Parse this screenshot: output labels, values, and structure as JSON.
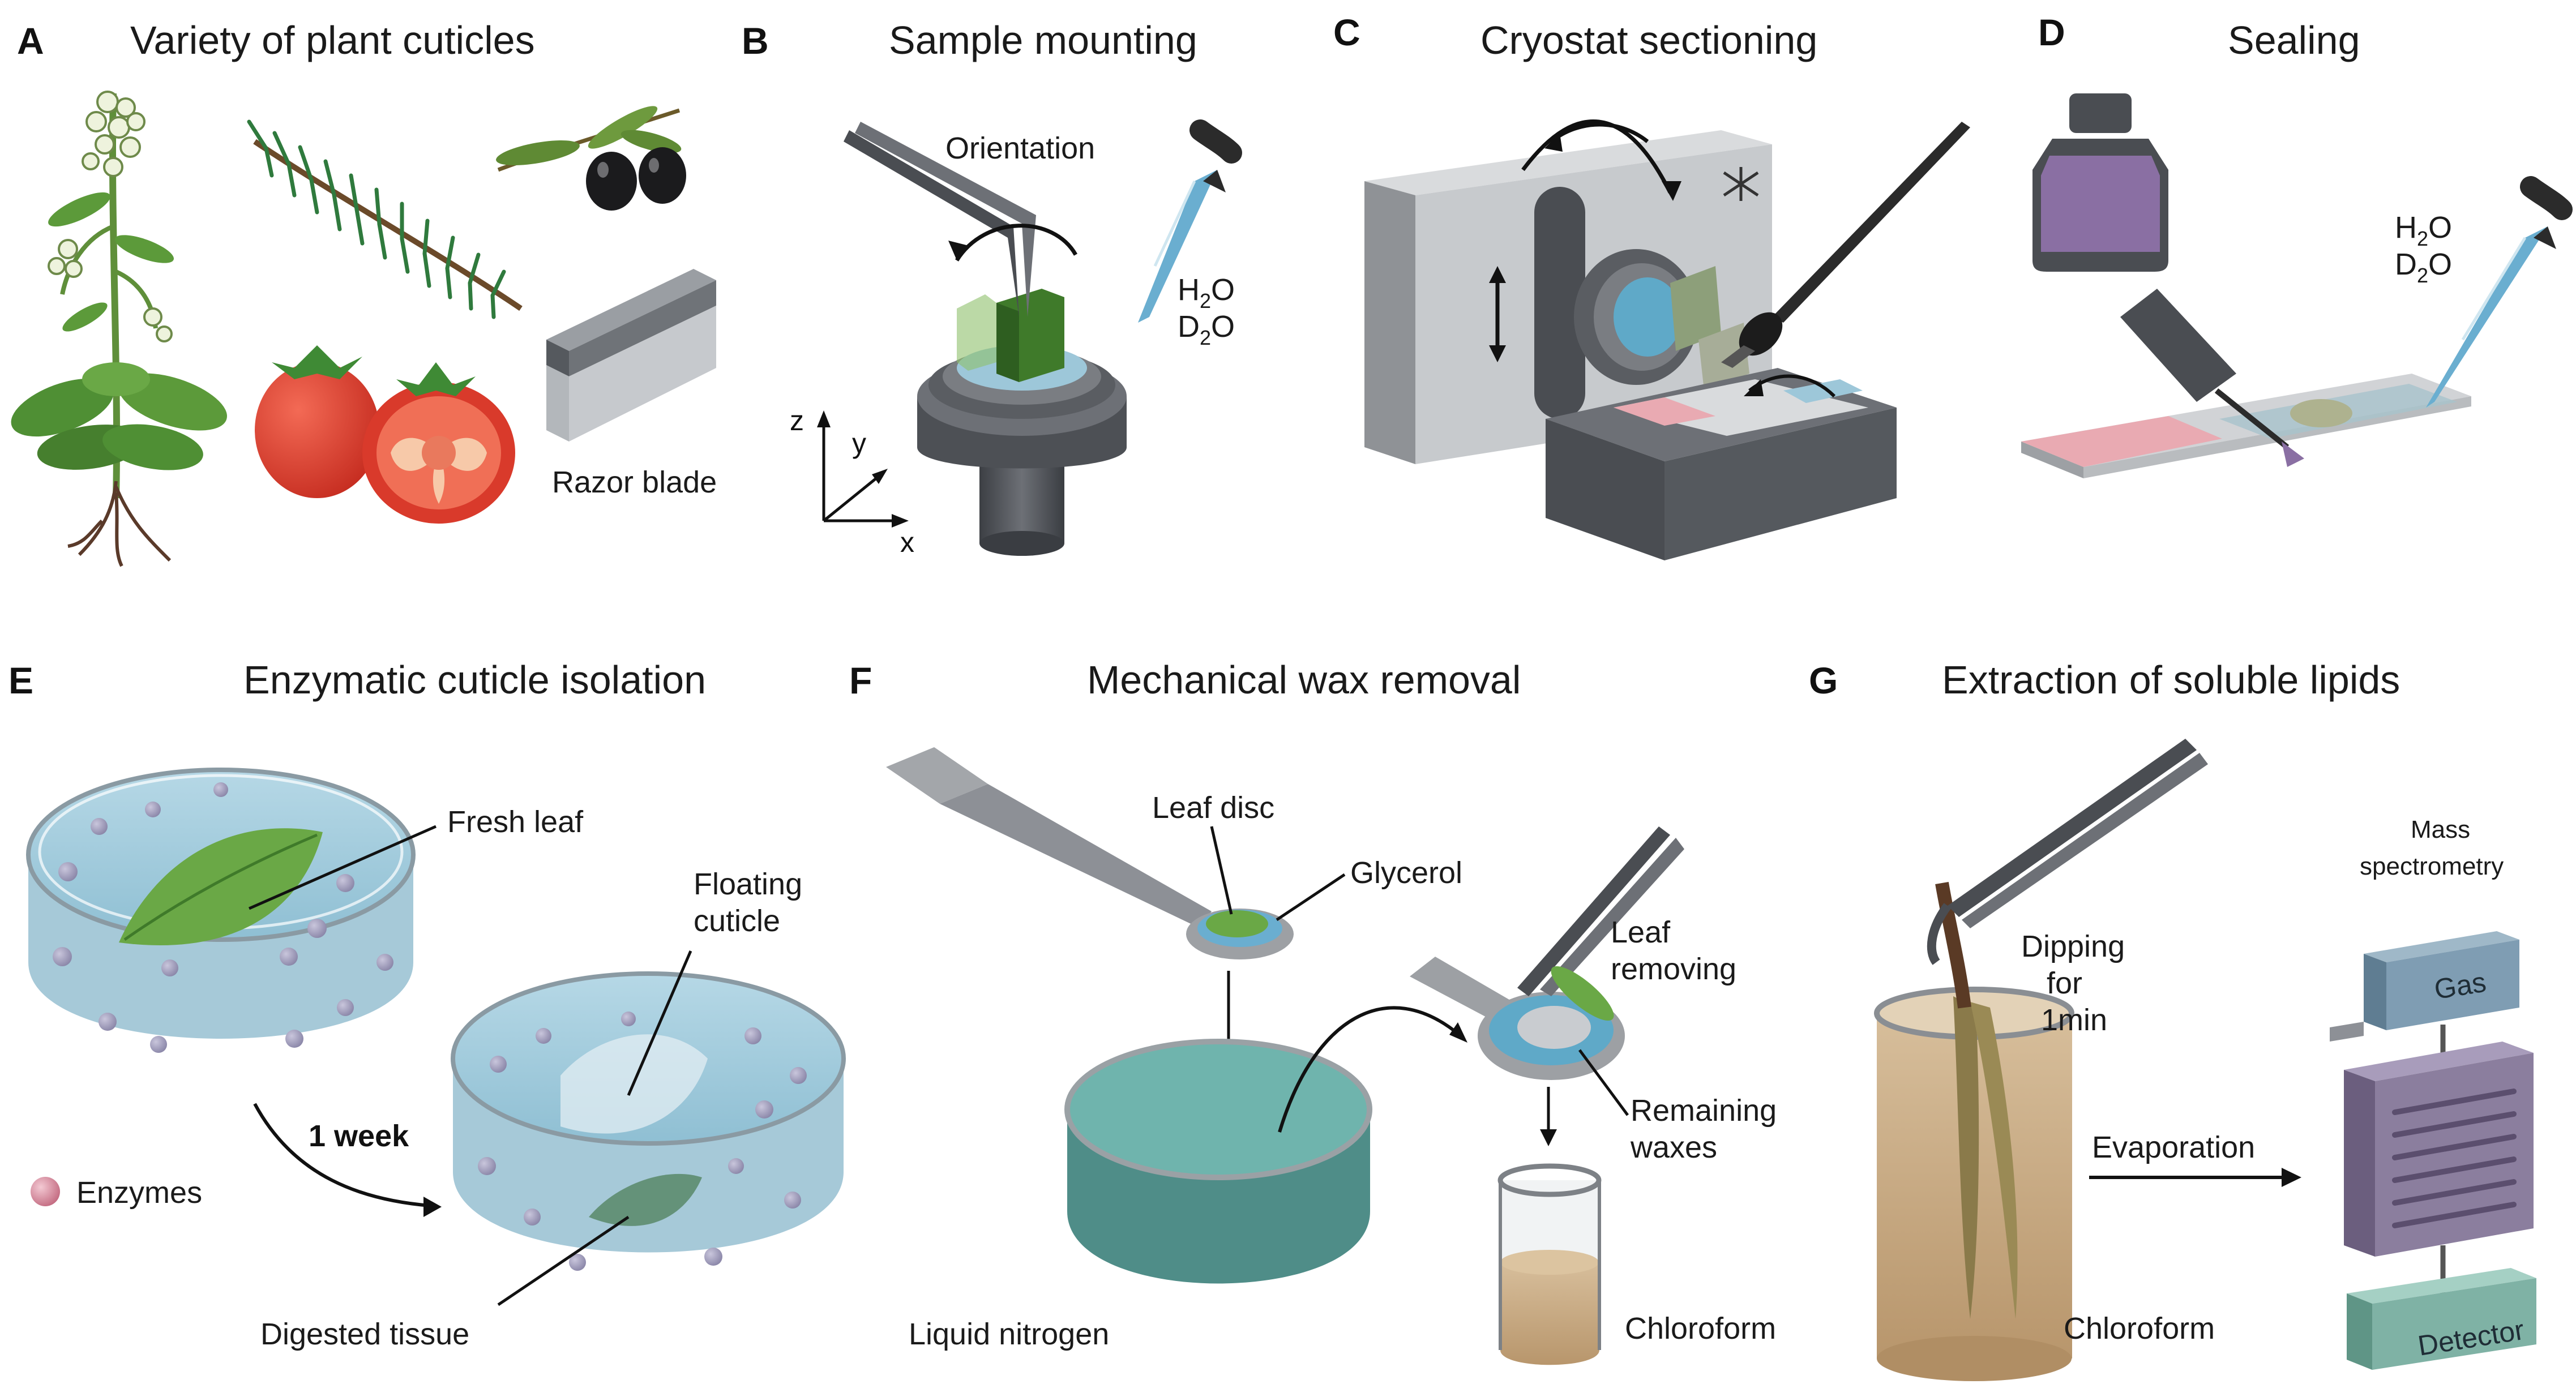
{
  "panels": {
    "A": {
      "letter": "A",
      "title": "Variety of plant cuticles",
      "razor_label": "Razor blade"
    },
    "B": {
      "letter": "B",
      "title": "Sample mounting",
      "orientation_label": "Orientation",
      "water_h": "H",
      "water_h_sub": "2",
      "water_h_o": "O",
      "water_d": "D",
      "water_d_sub": "2",
      "water_d_o": "O",
      "axes": {
        "z": "z",
        "y": "y",
        "x": "x"
      }
    },
    "C": {
      "letter": "C",
      "title": "Cryostat sectioning"
    },
    "D": {
      "letter": "D",
      "title": "Sealing",
      "water_h": "H",
      "water_h_sub": "2",
      "water_h_o": "O",
      "water_d": "D",
      "water_d_sub": "2",
      "water_d_o": "O"
    },
    "E": {
      "letter": "E",
      "title": "Enzymatic cuticle isolation",
      "fresh_leaf": "Fresh leaf",
      "floating_line1": "Floating",
      "floating_line2": "cuticle",
      "time": "1 week",
      "enzymes": "Enzymes",
      "digested": "Digested tissue"
    },
    "F": {
      "letter": "F",
      "title": "Mechanical wax removal",
      "leaf_disc": "Leaf disc",
      "glycerol": "Glycerol",
      "leaf_removing_1": "Leaf",
      "leaf_removing_2": "removing",
      "remaining_1": "Remaining",
      "remaining_2": "waxes",
      "liquid_nitrogen": "Liquid nitrogen",
      "chloroform": "Chloroform"
    },
    "G": {
      "letter": "G",
      "title": "Extraction of soluble lipids",
      "mass_1": "Mass",
      "mass_2": "spectrometry",
      "dipping_1": "Dipping",
      "dipping_2": "for",
      "dipping_3": "1min",
      "evaporation": "Evaporation",
      "chloroform": "Chloroform",
      "gas": "Gas",
      "detector": "Detector"
    }
  },
  "colors": {
    "steel_dark": "#4a4d52",
    "steel_mid": "#8d9096",
    "steel_light": "#c9ccd0",
    "leaf_green": "#5f9b3a",
    "water_blue": "#9dc7d9",
    "tomato_red": "#d93a2b",
    "olive_black": "#1b1b1d",
    "nail_polish": "#8a6fa3",
    "slide_pink": "#e9aab2",
    "nitrogen_teal": "#6fb4ad",
    "chloroform_tan": "#c9a67c",
    "enzyme_pink": "#d98a9b",
    "ms_purple": "#8b7e9e",
    "ms_gas_blue": "#7f9db3",
    "ms_detector_teal": "#7fb2a5"
  },
  "icons": [
    "arabidopsis-plant-icon",
    "spruce-branch-icon",
    "olive-branch-icon",
    "tomato-icon",
    "razor-blade-icon",
    "tweezers-icon",
    "pipette-icon",
    "cryostat-icon",
    "brush-icon",
    "nail-polish-bottle-icon",
    "microscope-slide-icon",
    "petri-dish-icon",
    "spatula-icon",
    "beaker-icon",
    "mass-spectrometer-icon",
    "snowflake-icon"
  ]
}
